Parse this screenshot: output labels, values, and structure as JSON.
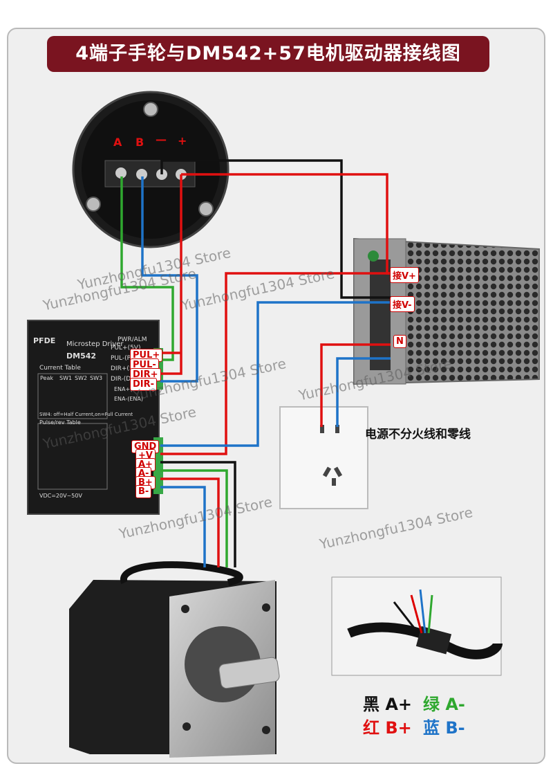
{
  "title": "4端子手轮与DM542+57电机驱动器接线图",
  "handwheel": {
    "terminals": [
      "A",
      "B",
      "—",
      "+"
    ]
  },
  "driver": {
    "brand": "PFDE",
    "subtitle": "Microstep Driver",
    "model": "DM542",
    "signal_pins": [
      "PUL+",
      "PUL-",
      "DIR+",
      "DIR-"
    ],
    "power_pins": [
      "GND",
      "+V",
      "A+",
      "A-",
      "B+",
      "B-"
    ],
    "small_labels": [
      "PWR/ALM",
      "PUL+(5V)",
      "PUL-(PUL)",
      "DIR+(5V)",
      "DIR-(DIR)",
      "ENA+(5V-24V)",
      "ENA-(ENA)",
      "Current Table",
      "Peak",
      "SW1",
      "SW2",
      "SW3",
      "SW4: off=Half Current,on=Full Current",
      "Pulse/rev Table",
      "VDC=20V~50V"
    ]
  },
  "psu": {
    "vplus_label": "接V+",
    "vminus_label": "接V-",
    "n_label": "N"
  },
  "socket_note": "电源不分火线和零线",
  "legend": {
    "black": "黑 A+",
    "green": "绿 A-",
    "red": "红 B+",
    "blue": "蓝 B-"
  },
  "watermark": "Yunzhongfu1304 Store",
  "colors": {
    "title_bg": "#7a1420",
    "wire_red": "#e01010",
    "wire_black": "#111111",
    "wire_green": "#2fa82f",
    "wire_blue": "#1e73c8"
  }
}
